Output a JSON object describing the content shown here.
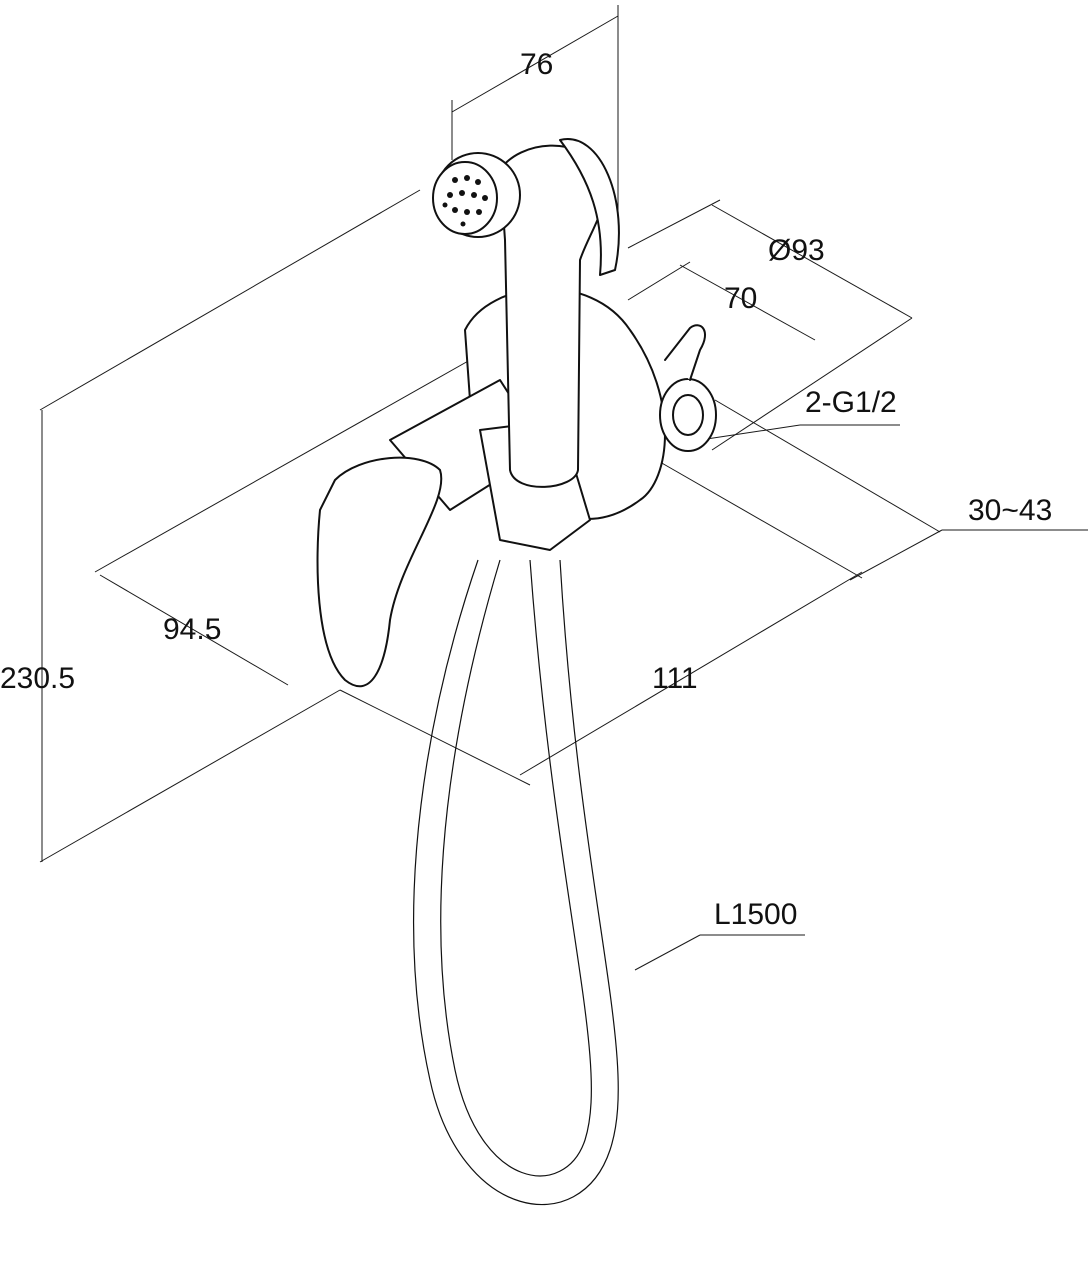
{
  "dimensions": {
    "spray_width": "76",
    "plate_diameter": "Ø93",
    "plate_inner": "70",
    "inlet_thread": "2-G1/2",
    "wall_adjust": "30~43",
    "depth_handle": "94.5",
    "depth_body": "111",
    "height": "230.5",
    "hose_length": "L1500"
  }
}
